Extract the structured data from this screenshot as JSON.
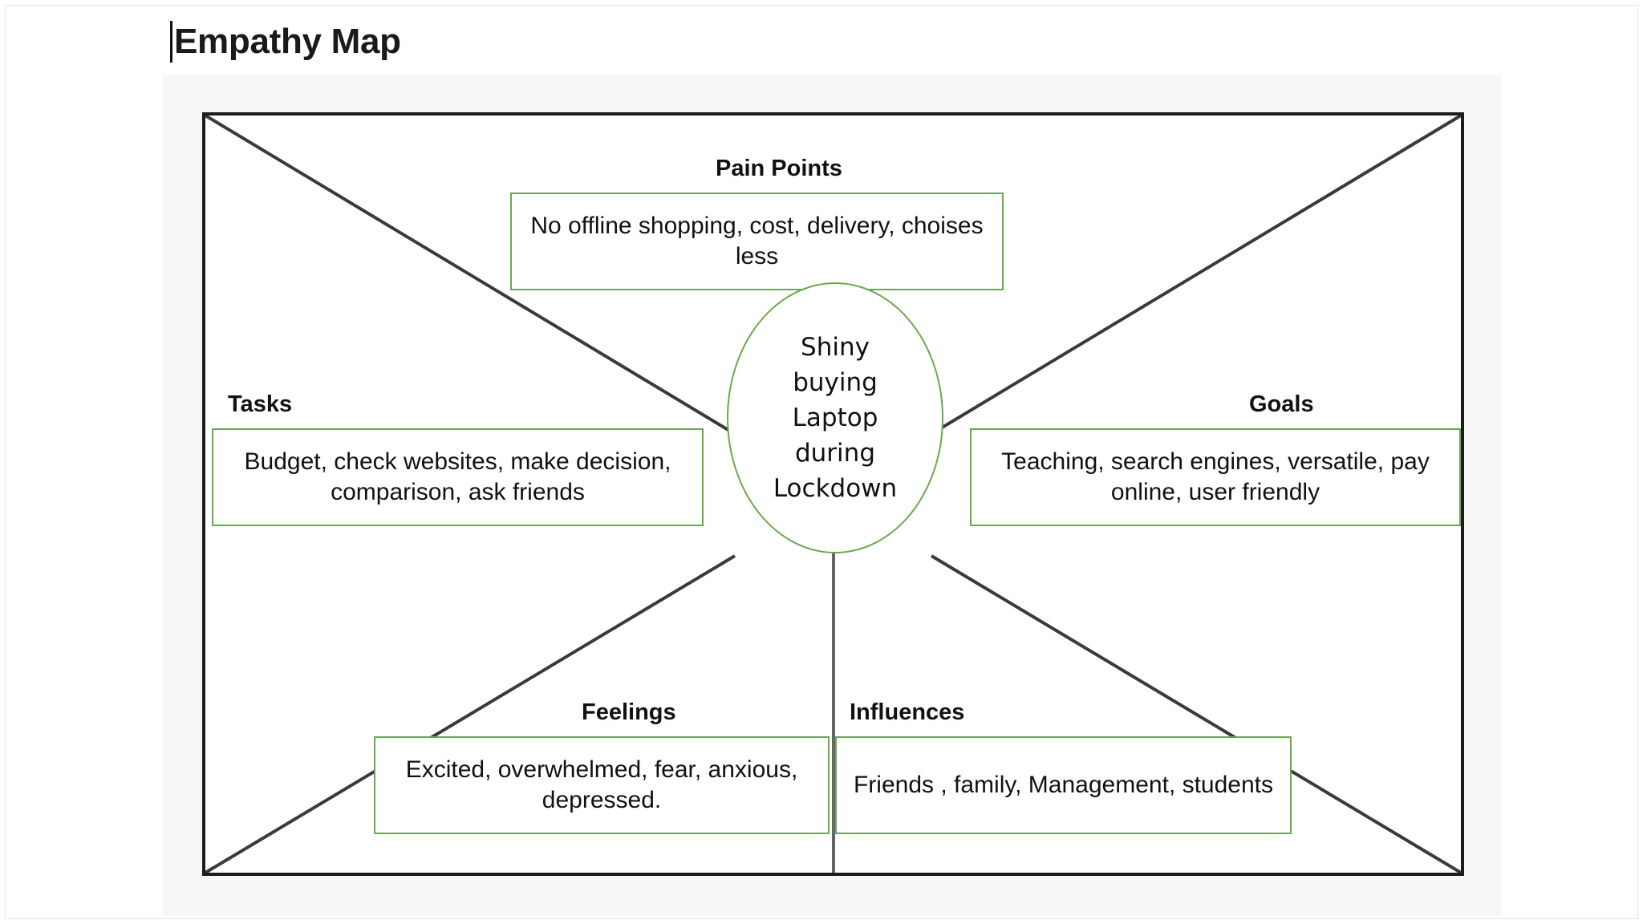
{
  "document": {
    "title": "Empathy Map"
  },
  "diagram": {
    "type": "empathy-map",
    "center": {
      "label": "persona-statement",
      "lines": [
        "Shiny",
        "buying",
        "Laptop",
        "during",
        "Lockdown"
      ],
      "text": "Shiny buying Laptop during Lockdown"
    },
    "quadrants": [
      {
        "key": "pain_points",
        "label": "Pain Points",
        "content": "No offline shopping, cost, delivery, choises less"
      },
      {
        "key": "tasks",
        "label": "Tasks",
        "content": "Budget, check websites, make decision, comparison, ask friends"
      },
      {
        "key": "goals",
        "label": "Goals",
        "content": "Teaching, search engines, versatile, pay online, user friendly"
      },
      {
        "key": "feelings",
        "label": "Feelings",
        "content": "Excited, overwhelmed, fear, anxious, depressed."
      },
      {
        "key": "influences",
        "label": "Influences",
        "content": "Friends , family, Management, students"
      }
    ]
  },
  "colors": {
    "box_border_green": "#6aa84f",
    "frame_black": "#1c1c1c",
    "divider_gray": "#555555",
    "text_black": "#111111",
    "plate_background": "#f7f7f7"
  }
}
